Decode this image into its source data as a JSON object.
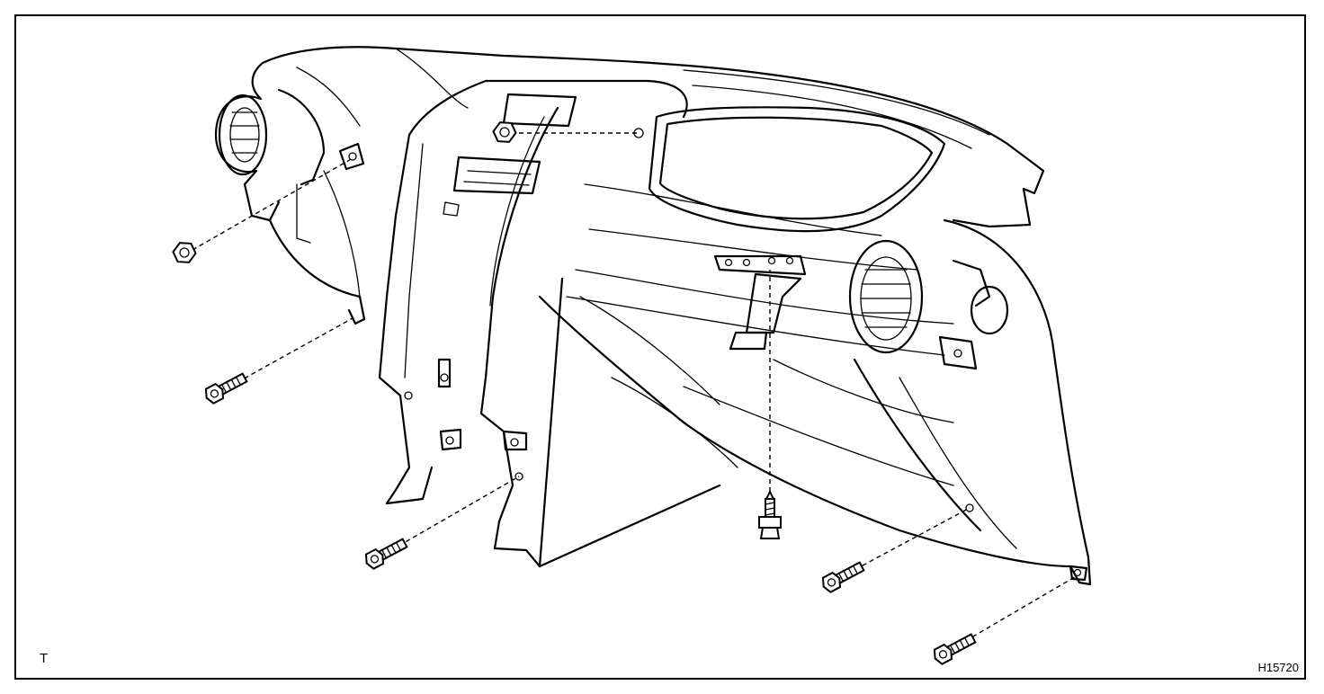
{
  "diagram": {
    "corner_mark": "T",
    "figure_code": "H15720",
    "parts": [
      {
        "name": "nut",
        "icon": "hex-nut-icon"
      },
      {
        "name": "bolt",
        "icon": "hex-bolt-icon"
      },
      {
        "name": "screw",
        "icon": "tapping-screw-icon"
      }
    ]
  },
  "colors": {
    "line": "#000000",
    "background": "#ffffff"
  }
}
